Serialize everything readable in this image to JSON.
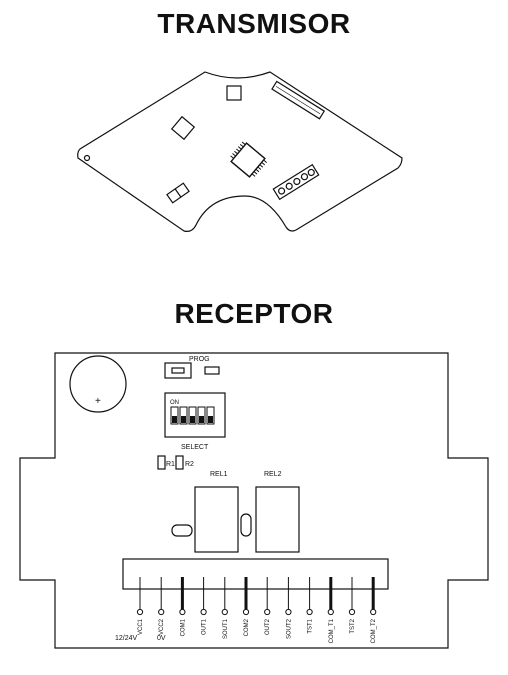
{
  "transmitter": {
    "title": "TRANSMISOR"
  },
  "receiver": {
    "title": "RECEPTOR",
    "prog_label": "PROG",
    "dip_on_label": "ON",
    "select_label": "SELECT",
    "r1_label": "R1",
    "r2_label": "R2",
    "rel1_label": "REL1",
    "rel2_label": "REL2",
    "plus_label": "+",
    "terminals": [
      {
        "label": "VCC1",
        "bold": false
      },
      {
        "label": "VCC2",
        "bold": false
      },
      {
        "label": "COM1",
        "bold": true
      },
      {
        "label": "OUT1",
        "bold": false
      },
      {
        "label": "SOUT1",
        "bold": false
      },
      {
        "label": "COM2",
        "bold": true
      },
      {
        "label": "OUT2",
        "bold": false
      },
      {
        "label": "SOUT2",
        "bold": false
      },
      {
        "label": "TST1",
        "bold": false
      },
      {
        "label": "COM_T1",
        "bold": true
      },
      {
        "label": "TST2",
        "bold": false
      },
      {
        "label": "COM_T2",
        "bold": true
      }
    ],
    "voltage_label": "12/24V",
    "ground_label": "0V"
  }
}
